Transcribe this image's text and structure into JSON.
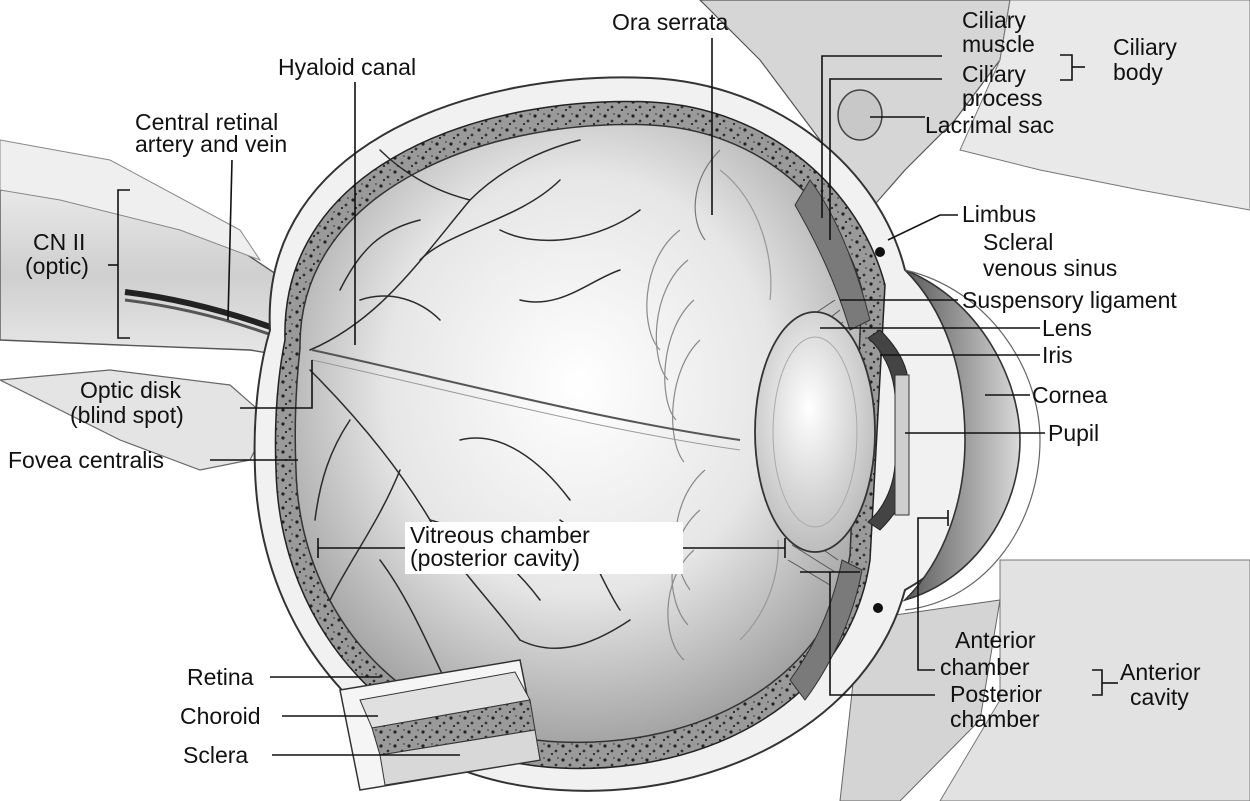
{
  "labels": {
    "ora_serrata": "Ora serrata",
    "ciliary_muscle_1": "Ciliary",
    "ciliary_muscle_2": "muscle",
    "ciliary_process_1": "Ciliary",
    "ciliary_process_2": "process",
    "ciliary_body_1": "Ciliary",
    "ciliary_body_2": "body",
    "lacrimal_sac": "Lacrimal sac",
    "hyaloid_canal": "Hyaloid canal",
    "central_retinal_1": "Central retinal",
    "central_retinal_2": "artery and vein",
    "cn2_1": "CN II",
    "cn2_2": "(optic)",
    "limbus": "Limbus",
    "scleral_1": "Scleral",
    "scleral_2": "venous sinus",
    "suspensory": "Suspensory ligament",
    "lens": "Lens",
    "iris": "Iris",
    "cornea": "Cornea",
    "pupil": "Pupil",
    "optic_disk_1": "Optic disk",
    "optic_disk_2": "(blind spot)",
    "fovea": "Fovea centralis",
    "vitreous_1": "Vitreous chamber",
    "vitreous_2": "(posterior cavity)",
    "anterior_chamber_1": "Anterior",
    "anterior_chamber_2": "chamber",
    "anterior_cavity_1": "Anterior",
    "anterior_cavity_2": "cavity",
    "posterior_chamber_1": "Posterior",
    "posterior_chamber_2": "chamber",
    "retina": "Retina",
    "choroid": "Choroid",
    "sclera": "Sclera"
  }
}
